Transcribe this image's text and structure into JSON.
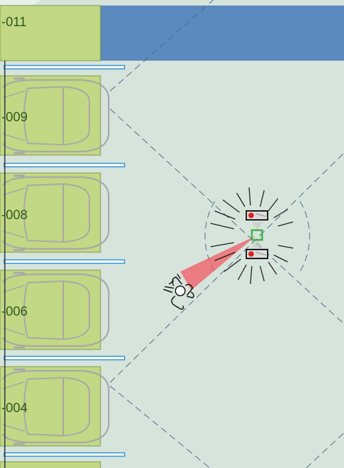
{
  "parking_spaces": [
    {
      "label": "-011",
      "occupied": false
    },
    {
      "label": "-009",
      "occupied": true
    },
    {
      "label": "-008",
      "occupied": true
    },
    {
      "label": "-006",
      "occupied": true
    },
    {
      "label": "-004",
      "occupied": true
    }
  ],
  "colors": {
    "floor": "#d6e4dc",
    "space_fill": "#c3d884",
    "space_text": "#2f5a1a",
    "roadway": "#5b8abe",
    "divider": "#3f9ad8",
    "car_outline": "#a8a8a8",
    "sensor_cone": "#f05a64",
    "sensor_box": "#3cb043",
    "camera_light": "#e02020",
    "guide_line": "#4a6a88"
  },
  "icons": [
    "camera-icon",
    "camera-icon",
    "sensor-target-icon",
    "person-icon",
    "car-icon"
  ]
}
